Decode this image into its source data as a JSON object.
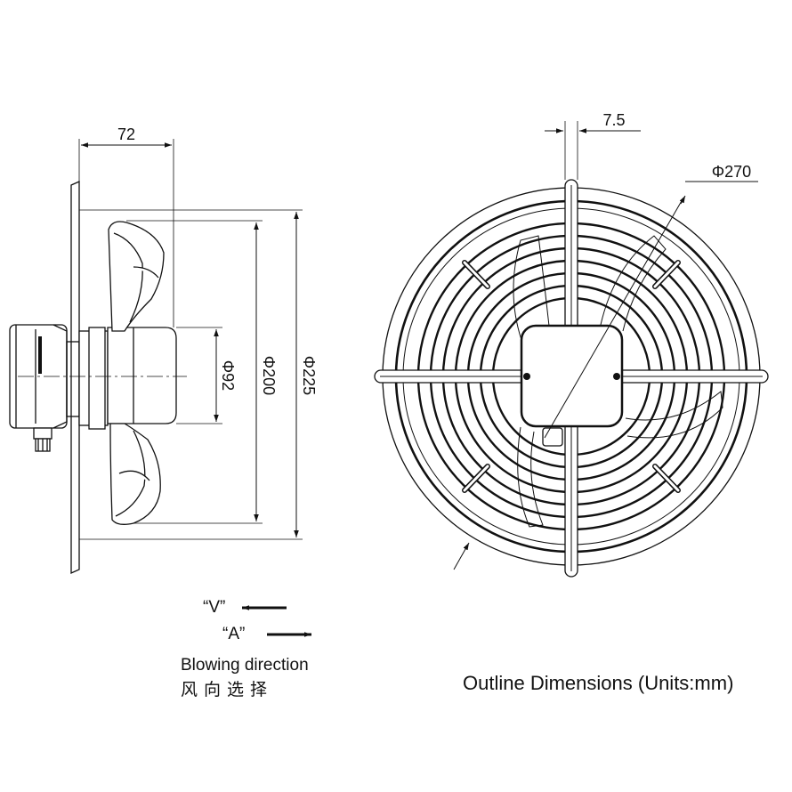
{
  "side_view": {
    "dim_depth": "72",
    "dim_hub": "Φ92",
    "dim_blade": "Φ200",
    "dim_plate": "Φ225"
  },
  "front_view": {
    "dim_rib": "7.5",
    "dim_guard": "Φ270"
  },
  "legend": {
    "label_v": "“V”",
    "label_a": "“A”",
    "blowing_direction_en": "Blowing direction",
    "blowing_direction_cn": "风向选择"
  },
  "caption": "Outline Dimensions (Units:mm)"
}
